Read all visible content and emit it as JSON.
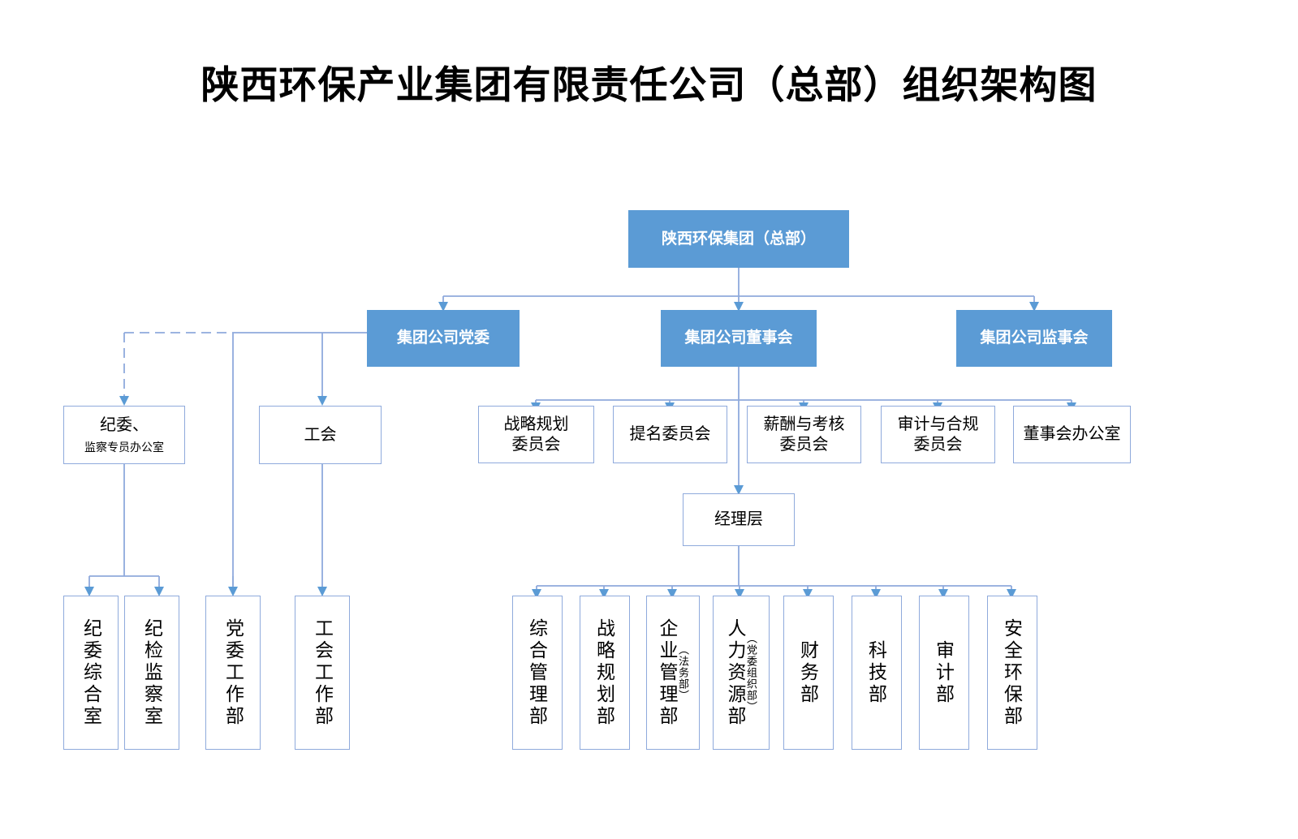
{
  "page": {
    "title": "陕西环保产业集团有限责任公司（总部）组织架构图",
    "accent_color": "#5B9BD5",
    "line_color": "#8FAADC",
    "background": "#FFFFFF"
  },
  "nodes": {
    "root": {
      "label": "陕西环保集团（总部）"
    },
    "level2": [
      {
        "label": "集团公司党委"
      },
      {
        "label": "集团公司董事会"
      },
      {
        "label": "集团公司监事会"
      }
    ],
    "party_side": [
      {
        "label_line1": "纪委、",
        "label_line2": "监察专员办公室"
      },
      {
        "label": "工会"
      }
    ],
    "committees": [
      {
        "label_line1": "战略规划",
        "label_line2": "委员会"
      },
      {
        "label_line1": "提名委员会",
        "label_line2": ""
      },
      {
        "label_line1": "薪酬与考核",
        "label_line2": "委员会"
      },
      {
        "label_line1": "审计与合规",
        "label_line2": "委员会"
      },
      {
        "label_line1": "董事会办公室",
        "label_line2": ""
      }
    ],
    "management": {
      "label": "经理层"
    },
    "left_departments": [
      {
        "label": "纪委综合室"
      },
      {
        "label": "纪检监察室"
      },
      {
        "label": "党委工作部"
      },
      {
        "label": "工会工作部"
      }
    ],
    "departments": [
      {
        "label": "综合管理部",
        "sub": ""
      },
      {
        "label": "战略规划部",
        "sub": ""
      },
      {
        "label": "企业管理部",
        "sub": "（法务部）"
      },
      {
        "label": "人力资源部",
        "sub": "（党委组织部）"
      },
      {
        "label": "财务部",
        "sub": ""
      },
      {
        "label": "科技部",
        "sub": ""
      },
      {
        "label": "审计部",
        "sub": ""
      },
      {
        "label": "安全环保部",
        "sub": ""
      }
    ]
  }
}
